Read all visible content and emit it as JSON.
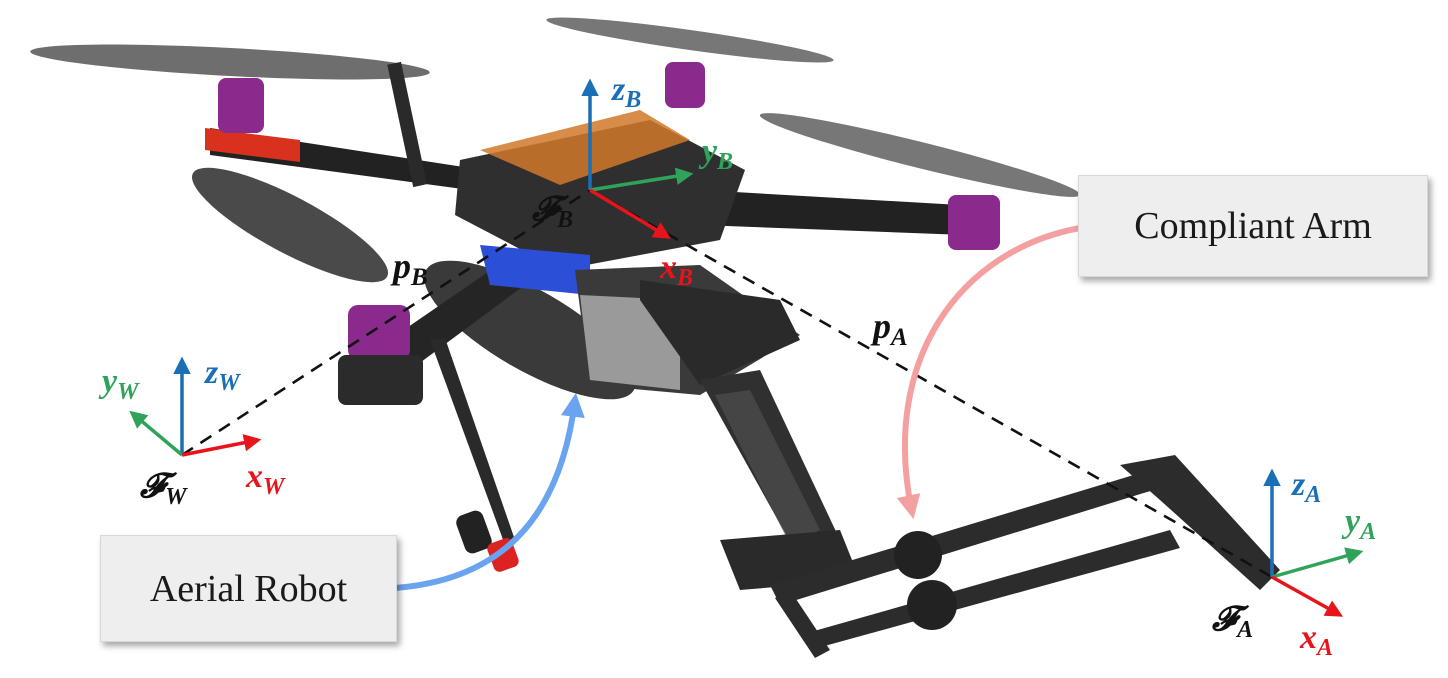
{
  "labels": {
    "compliant_arm": "Compliant Arm",
    "aerial_robot": "Aerial Robot"
  },
  "frames": {
    "world": {
      "frame": "𝓕",
      "sub": "W",
      "x": "x",
      "y": "y",
      "z": "z"
    },
    "body": {
      "frame": "𝓕",
      "sub": "B",
      "x": "x",
      "y": "y",
      "z": "z"
    },
    "arm": {
      "frame": "𝓕",
      "sub": "A",
      "x": "x",
      "y": "y",
      "z": "z"
    }
  },
  "vectors": {
    "p_B": {
      "sym": "p",
      "sub": "B"
    },
    "p_A": {
      "sym": "p",
      "sub": "A"
    }
  },
  "colors": {
    "x_axis": "#e8141b",
    "y_axis": "#2fa35a",
    "z_axis": "#1a6fb6",
    "frame_label": "#111111",
    "aerial_arrow": "#6aa4f0",
    "compliant_arrow": "#f4a0a0"
  }
}
